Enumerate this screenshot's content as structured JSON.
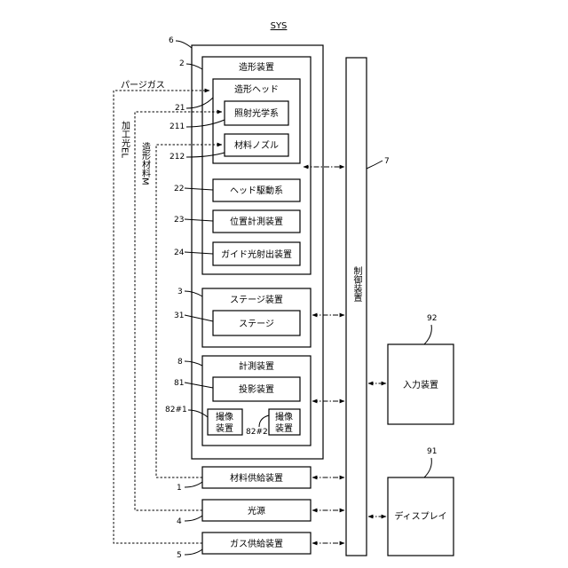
{
  "system_label": "SYS",
  "outer_ref": "6",
  "shaping_device": {
    "ref": "2",
    "title": "造形装置"
  },
  "shaping_head": {
    "ref": "21",
    "title": "造形ヘッド"
  },
  "irradiation_optics": {
    "ref": "211",
    "label": "照射光学系"
  },
  "material_nozzle": {
    "ref": "212",
    "label": "材料ノズル"
  },
  "head_drive": {
    "ref": "22",
    "label": "ヘッド駆動系"
  },
  "position_measurement": {
    "ref": "23",
    "label": "位置計測装置"
  },
  "guide_light": {
    "ref": "24",
    "label": "ガイド光射出装置"
  },
  "stage_device": {
    "ref": "3",
    "title": "ステージ装置"
  },
  "stage": {
    "ref": "31",
    "label": "ステージ"
  },
  "measurement_device": {
    "ref": "8",
    "title": "計測装置"
  },
  "projection_device": {
    "ref": "81",
    "label": "投影装置"
  },
  "camera1": {
    "ref": "82#1",
    "line1": "撮像",
    "line2": "装置"
  },
  "camera2": {
    "ref": "82#2",
    "line1": "撮像",
    "line2": "装置"
  },
  "material_supply": {
    "ref": "1",
    "label": "材料供給装置"
  },
  "light_source": {
    "ref": "4",
    "label": "光源"
  },
  "gas_supply": {
    "ref": "5",
    "label": "ガス供給装置"
  },
  "controller": {
    "ref": "7",
    "label": "制御装置"
  },
  "input_device": {
    "ref": "92",
    "label": "入力装置"
  },
  "display": {
    "ref": "91",
    "label": "ディスプレイ"
  },
  "flows": {
    "purge_gas": "パージガス",
    "processing_light": "加工光EL",
    "shaping_material": "造形材料M"
  }
}
